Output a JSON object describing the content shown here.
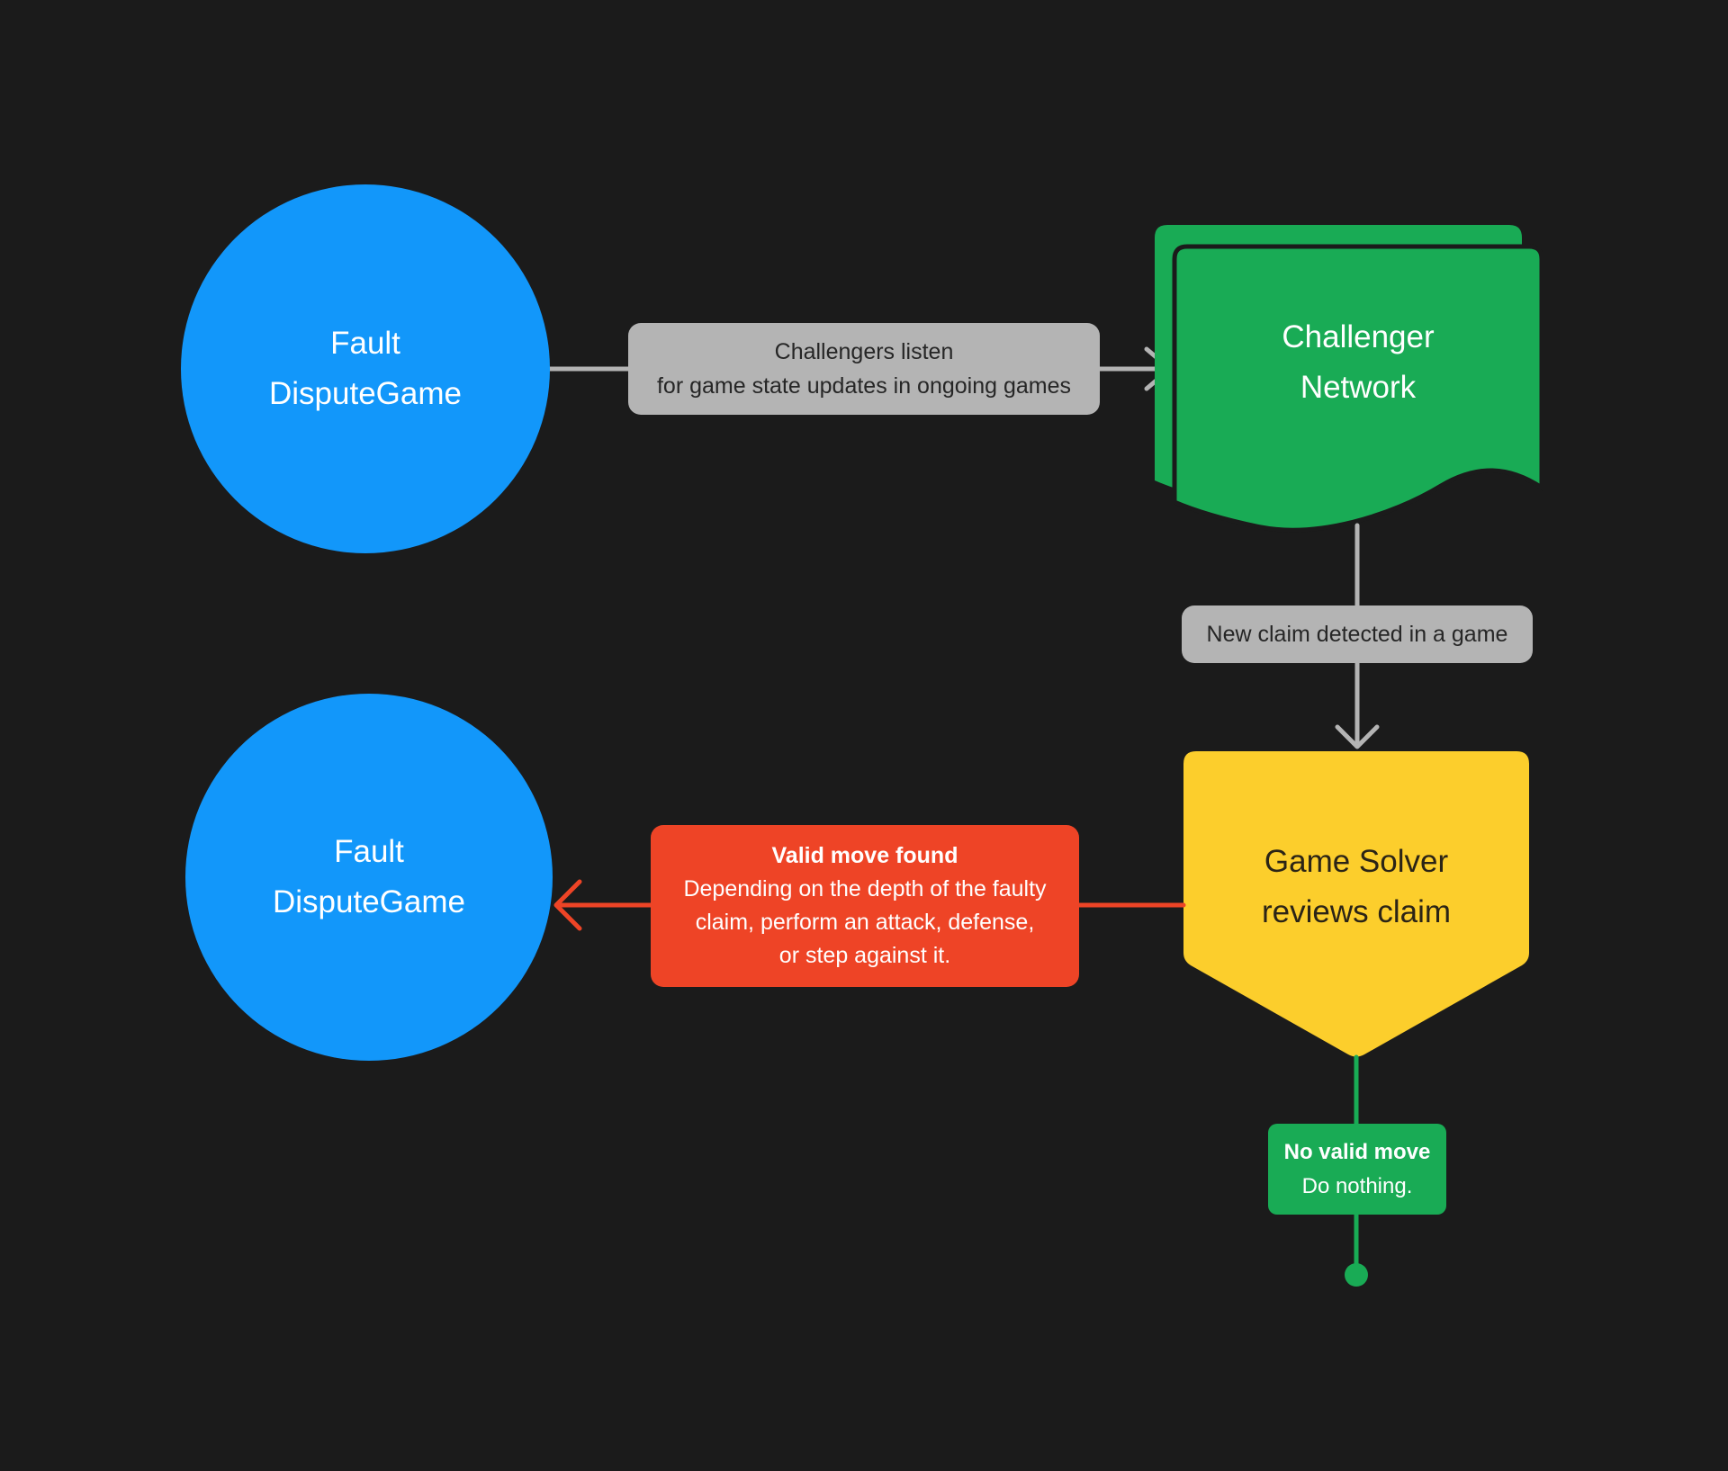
{
  "colors": {
    "background": "#1b1b1b",
    "node_blue": "#1297fa",
    "node_green": "#19ab55",
    "node_yellow": "#fcce2c",
    "callout_red": "#ee4426",
    "edge_label_gray": "#b4b4b4",
    "edge_label_text": "#262626",
    "yellow_node_text": "#2b2416",
    "white_text": "#ffffff"
  },
  "nodes": {
    "fault_top": {
      "line1": "Fault",
      "line2": "DisputeGame"
    },
    "challenger_network": {
      "line1": "Challenger",
      "line2": "Network"
    },
    "game_solver": {
      "line1": "Game Solver",
      "line2": "reviews claim"
    },
    "fault_bottom": {
      "line1": "Fault",
      "line2": "DisputeGame"
    }
  },
  "edges": {
    "listen": {
      "line1": "Challengers listen",
      "line2": "for game state updates in ongoing games"
    },
    "new_claim": {
      "text": "New claim detected in a game"
    },
    "valid_move": {
      "title": "Valid move found",
      "line1": "Depending on the depth of the faulty",
      "line2": "claim, perform an attack, defense,",
      "line3": "or step against it."
    },
    "no_valid_move": {
      "title": "No valid move",
      "line1": "Do nothing."
    }
  }
}
